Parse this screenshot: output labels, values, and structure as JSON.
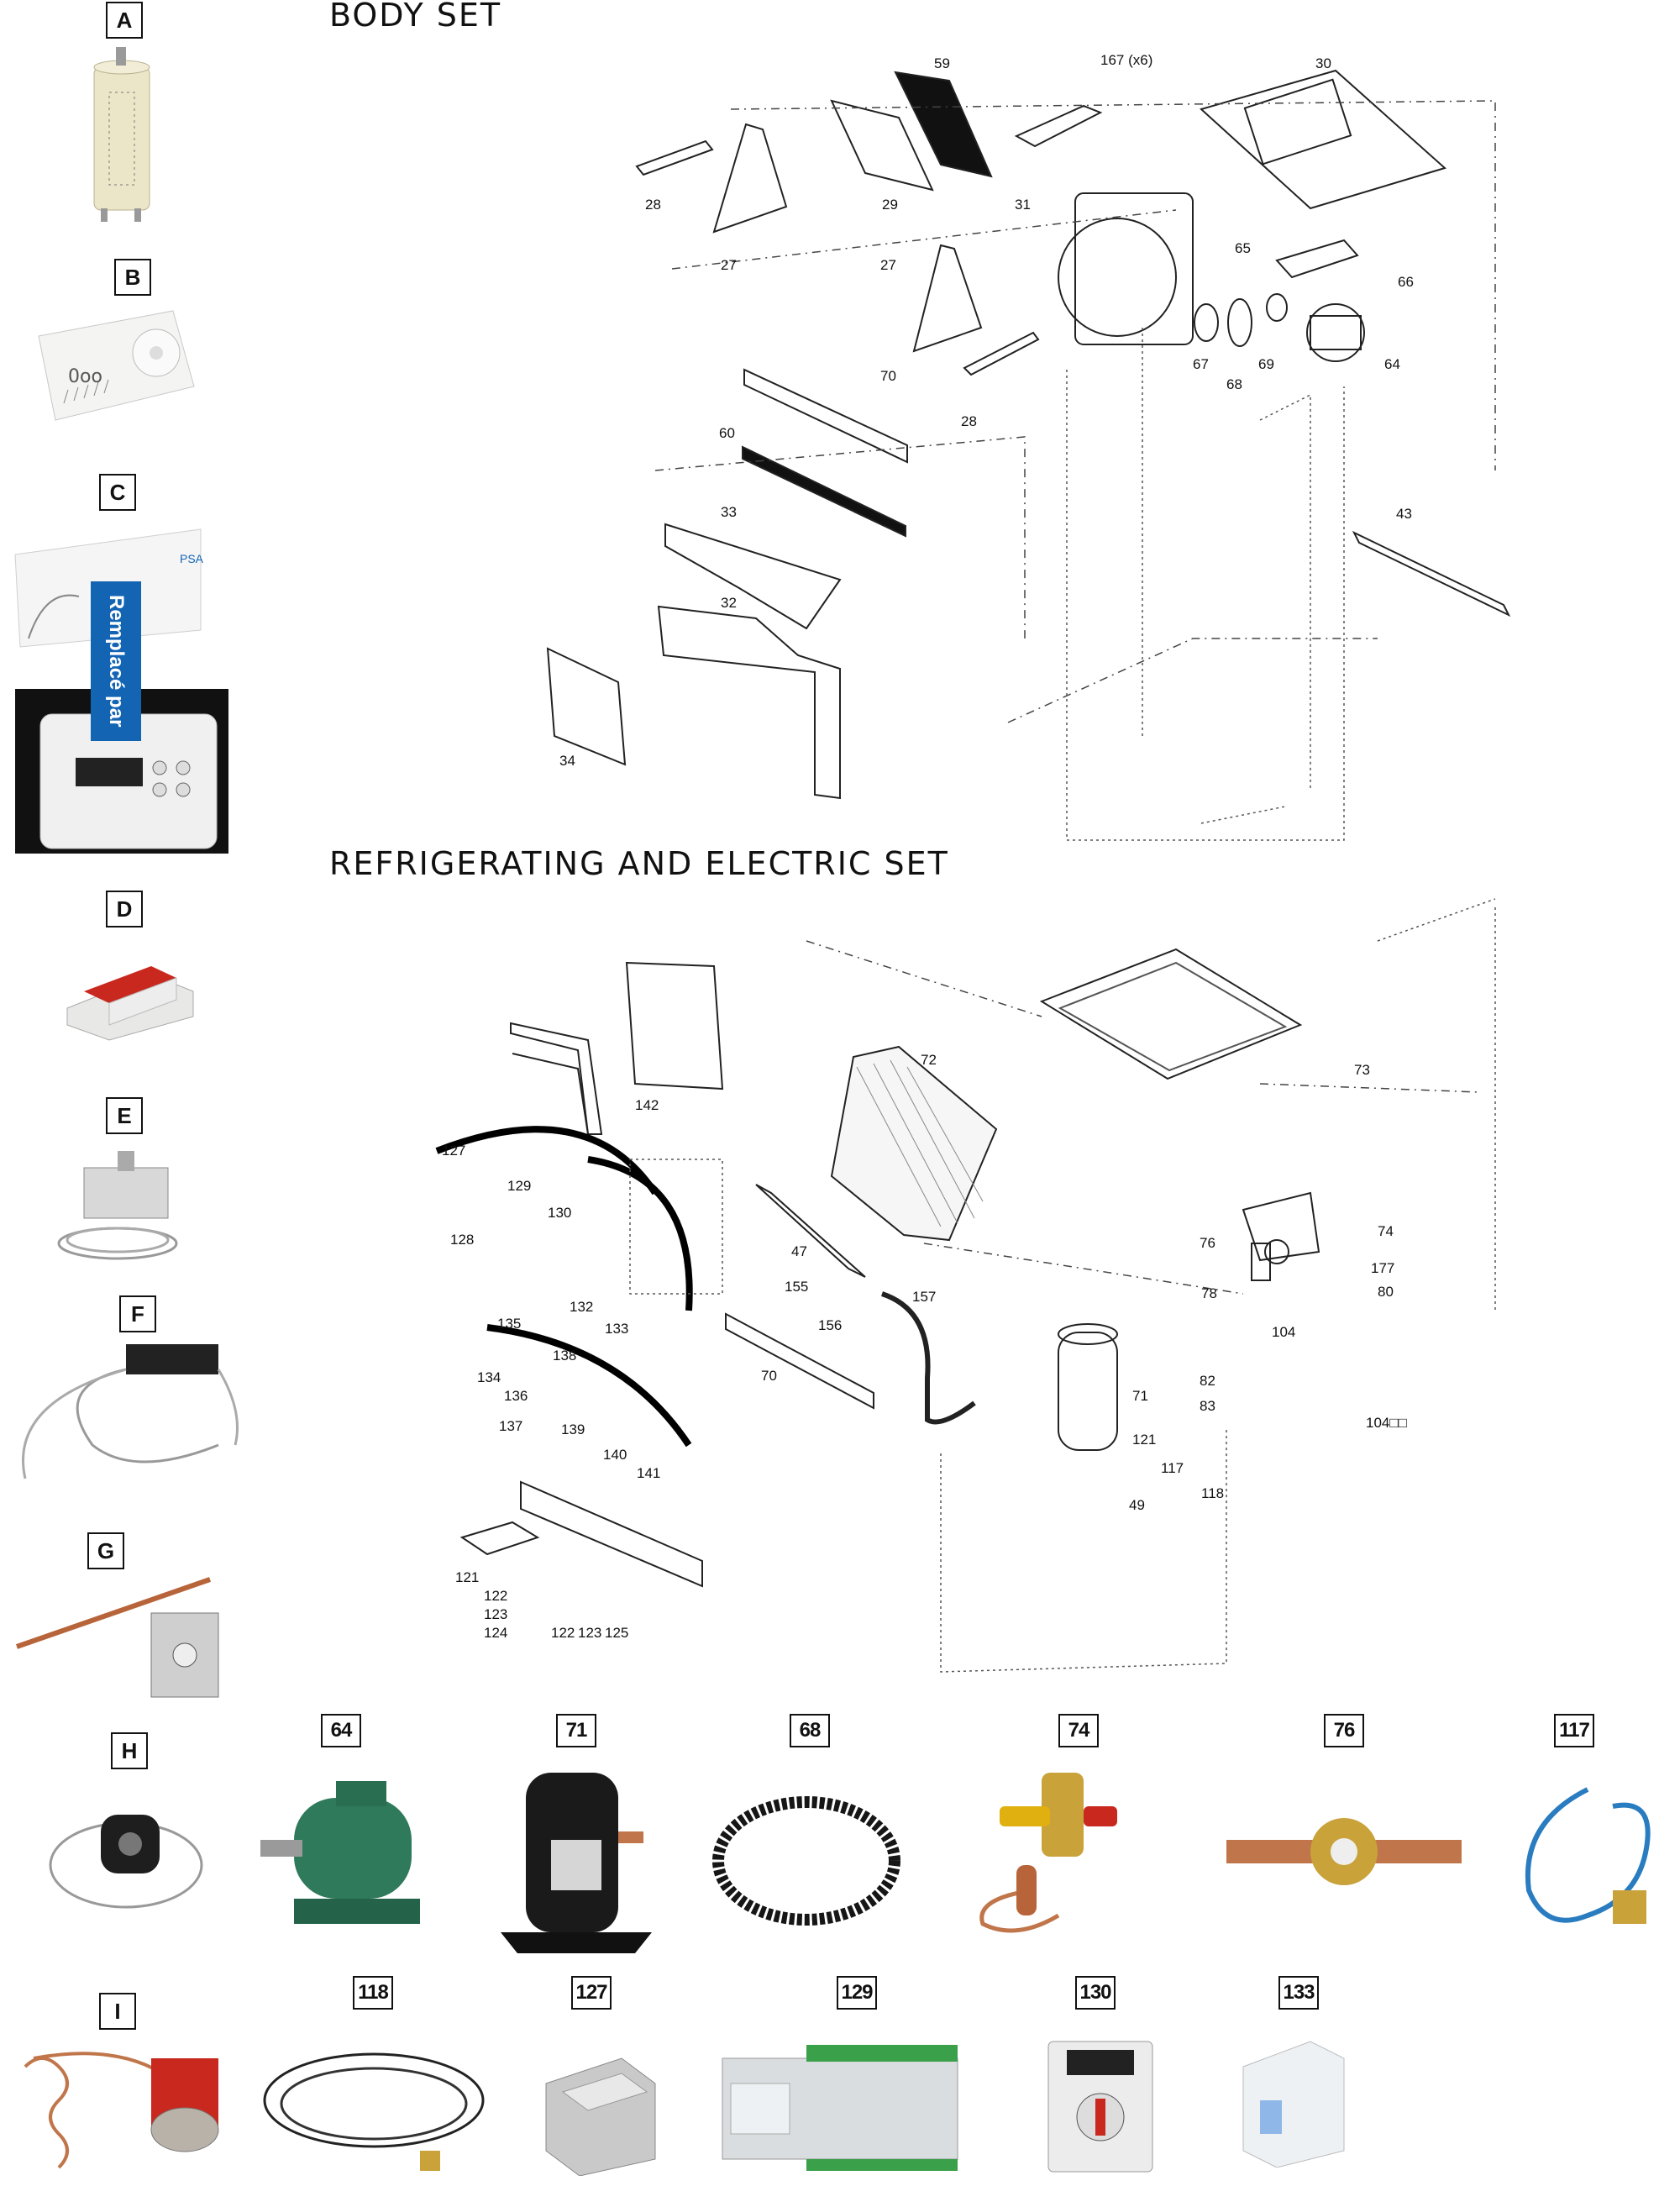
{
  "sections": {
    "body": "BODY SET",
    "refrigerating": "REFRIGERATING AND ELECTRIC SET"
  },
  "left_labels": [
    "A",
    "B",
    "C",
    "D",
    "E",
    "F",
    "G",
    "H",
    "I"
  ],
  "replacement_banner": "Remplacé par",
  "body_callouts": {
    "c28a": "28",
    "c27a": "27",
    "c29": "29",
    "c59": "59",
    "c31": "31",
    "c167": "167 (x6)",
    "c30": "30",
    "c65": "65",
    "c66": "66",
    "c27b": "27",
    "c28b": "28",
    "c70": "70",
    "c67": "67",
    "c68": "68",
    "c69": "69",
    "c64": "64",
    "c60": "60",
    "c33": "33",
    "c32": "32",
    "c34": "34",
    "c43": "43"
  },
  "refrig_callouts": {
    "c142": "142",
    "c72": "72",
    "c73": "73",
    "c127": "127",
    "c129": "129",
    "c128": "128",
    "c130": "130",
    "c47": "47",
    "c132": "132",
    "c133": "133",
    "c76": "76",
    "c74": "74",
    "c177": "177",
    "c78": "78",
    "c80": "80",
    "c155": "155",
    "c156": "156",
    "c157": "157",
    "c135": "135",
    "c138": "138",
    "c134": "134",
    "c136": "136",
    "c137": "137",
    "c139": "139",
    "c140": "140",
    "c141": "141",
    "c70": "70",
    "c104": "104",
    "c82": "82",
    "c83": "83",
    "c104b": "104□□",
    "c71": "71",
    "c121a": "121",
    "c117": "117",
    "c118": "118",
    "c49": "49",
    "c121b": "121",
    "c122a": "122",
    "c123a": "123",
    "c124": "124",
    "c122b": "122",
    "c123b": "123",
    "c125": "125"
  },
  "part_photos": [
    "64",
    "71",
    "68",
    "74",
    "76",
    "117",
    "118",
    "127",
    "129",
    "130",
    "133"
  ],
  "colors": {
    "banner": "#1464b4",
    "motor_green": "#2f7a5b",
    "compressor": "#1a1a1a",
    "brass": "#c9a23a",
    "copper": "#c0764a",
    "cable_blue": "#2a7cc0",
    "relay_red": "#c8281e",
    "panel_green": "#3aa04a"
  }
}
